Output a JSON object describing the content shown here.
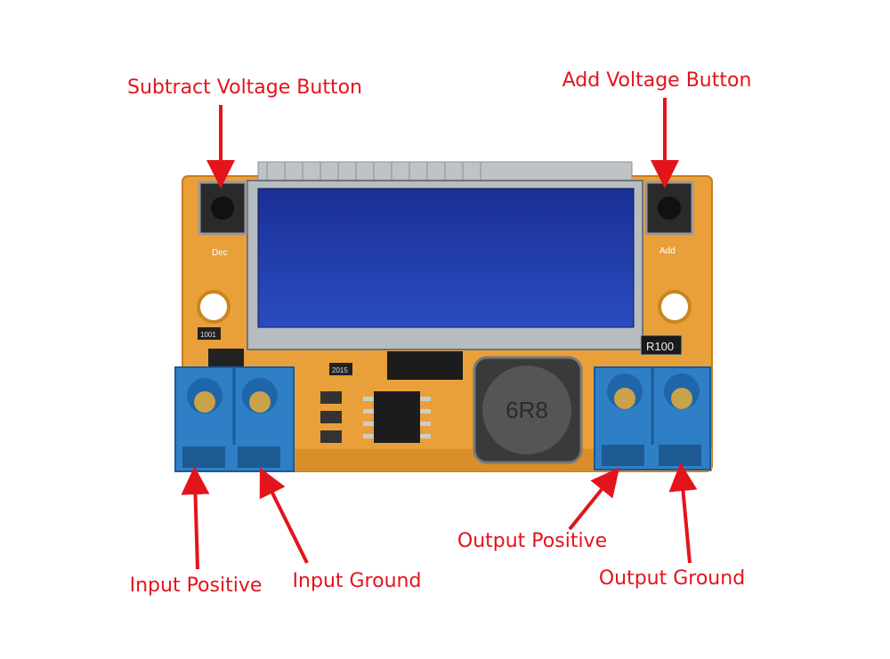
{
  "labels": {
    "subtract": "Subtract Voltage Button",
    "add": "Add Voltage Button",
    "input_positive": "Input Positive",
    "input_ground": "Input Ground",
    "output_positive": "Output Positive",
    "output_ground": "Output Ground"
  },
  "board_markings": {
    "inductor": "6R8",
    "shunt": "R100",
    "dec": "Dec",
    "add": "Add",
    "resistor_left": "1001",
    "resistor_mid": "2015"
  },
  "colors": {
    "annotation": "#e3141b",
    "pcb": "#e9a03a",
    "lcd": "#1e3aa8",
    "terminal": "#2f7fc6"
  }
}
